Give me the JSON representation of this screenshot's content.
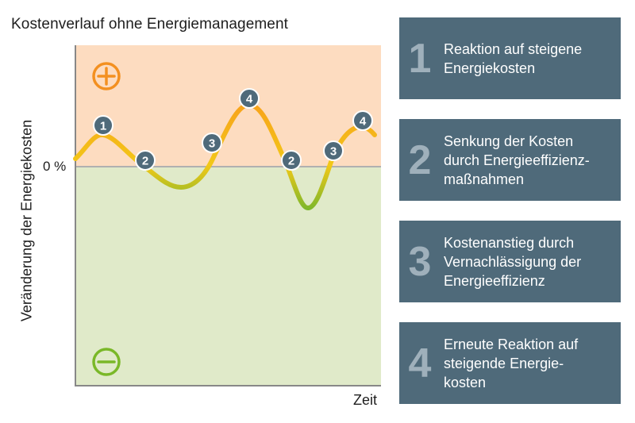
{
  "title": "Kostenverlauf ohne Energiemanagement",
  "axis": {
    "ylabel": "Veränderung der Energiekosten",
    "zero_label": "0 %",
    "xlabel": "Zeit"
  },
  "zones": {
    "positive_symbol": "+",
    "negative_symbol": "−",
    "positive_color": "#fddcc0",
    "negative_color": "#e0eac9",
    "positive_icon_color": "#f39020",
    "negative_icon_color": "#7ab828"
  },
  "curve_colors": {
    "above_zero": "#f8a21b",
    "at_zero": "#f2c818",
    "below_zero": "#7ab72c"
  },
  "markers": [
    {
      "label": "1"
    },
    {
      "label": "2"
    },
    {
      "label": "3"
    },
    {
      "label": "4"
    },
    {
      "label": "2"
    },
    {
      "label": "3"
    },
    {
      "label": "4"
    }
  ],
  "legend": [
    {
      "number": "1",
      "text": "Reaktion auf steigene\nEnergiekosten"
    },
    {
      "number": "2",
      "text": "Senkung der Kosten\ndurch Energieeffizienz-\nmaßnahmen"
    },
    {
      "number": "3",
      "text": "Kostenanstieg durch\nVernachlässigung der\nEnergieeffizienz"
    },
    {
      "number": "4",
      "text": "Erneute Reaktion auf\nsteigende Energie-\nkosten"
    }
  ],
  "colors": {
    "legend_bg": "#4f6a7a",
    "legend_number": "#9fb0bb",
    "marker_fill": "#4f6a7a",
    "axis": "#888888"
  }
}
